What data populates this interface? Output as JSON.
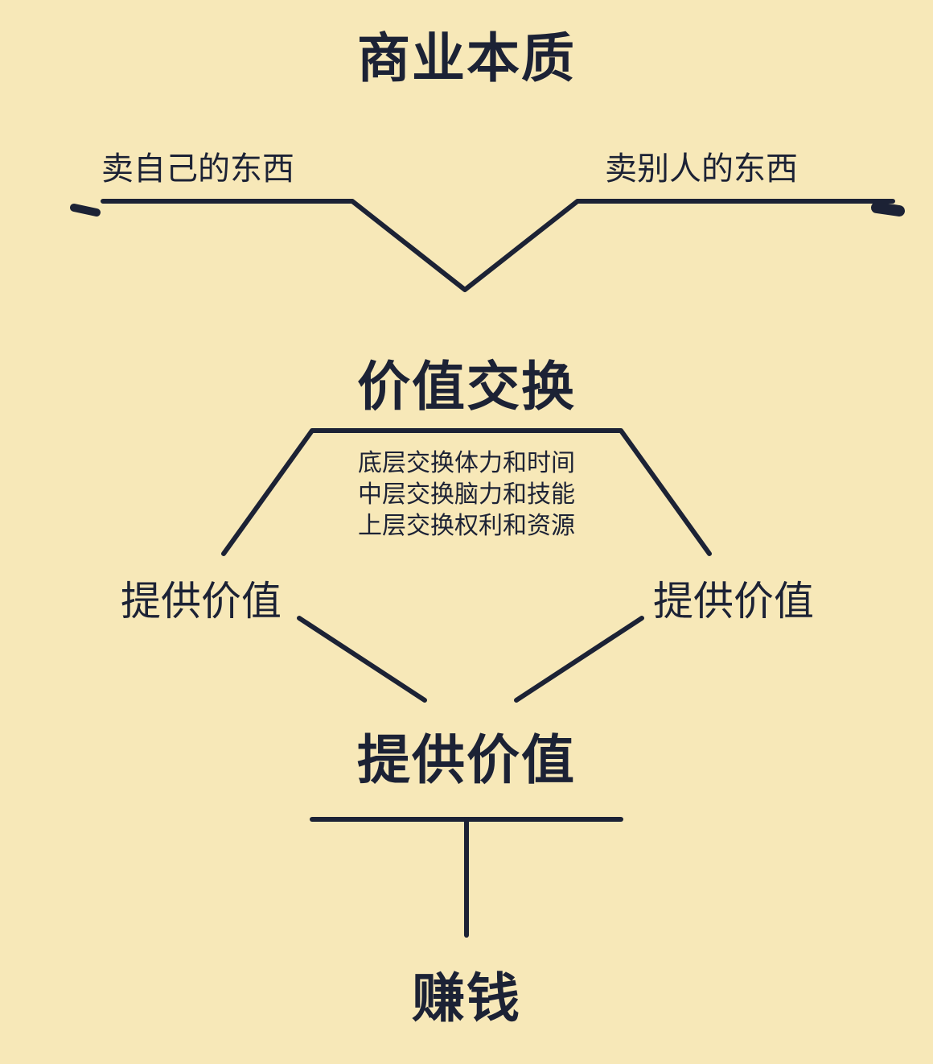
{
  "title": "商业本质",
  "left_option": "卖自己的东西",
  "right_option": "卖别人的东西",
  "exchange_title": "价值交换",
  "exchange_levels": [
    "底层交换体力和时间",
    "中层交换脑力和技能",
    "上层交换权利和资源"
  ],
  "left_value": "提供价值",
  "right_value": "提供价值",
  "center_value": "提供价值",
  "result": "赚钱",
  "colors": {
    "background": "#f7e8b8",
    "ink": "#1c2235"
  }
}
